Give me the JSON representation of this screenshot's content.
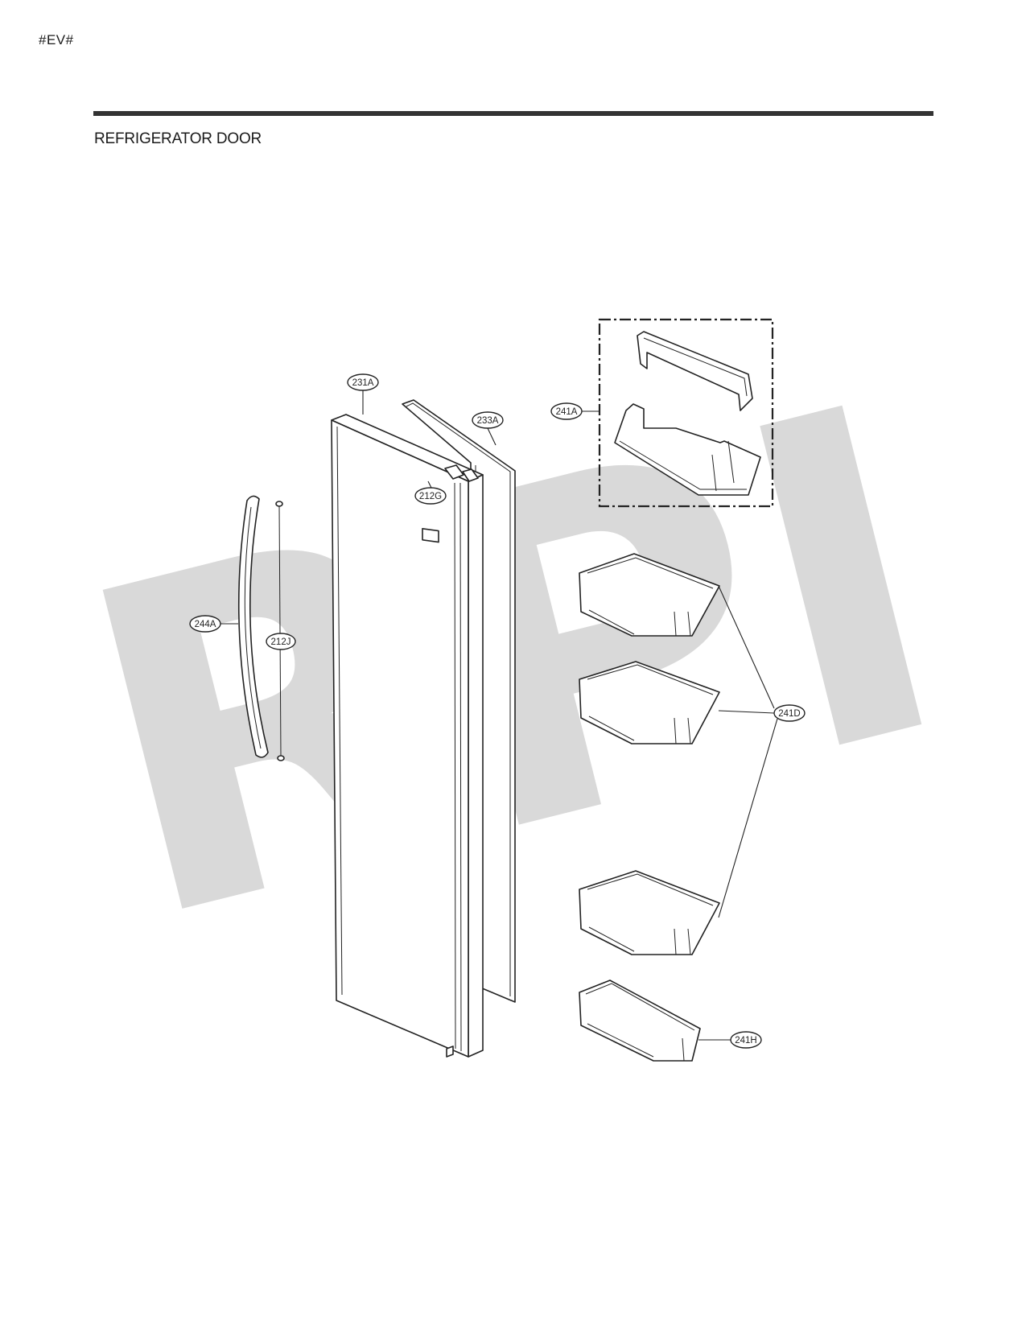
{
  "header": {
    "page_code": "#EV#",
    "section_title": "REFRIGERATOR DOOR"
  },
  "watermark": {
    "text": "RPI",
    "color": "#d9d9d9"
  },
  "callouts": {
    "door_assembly": "231A",
    "gasket": "233A",
    "label": "212G",
    "handle": "244A",
    "handle_rod": "212J",
    "basket_assembly": "241A",
    "door_basket": "241D",
    "small_basket": "241H"
  },
  "colors": {
    "line_art": "#222222",
    "header_rule": "#333333"
  }
}
